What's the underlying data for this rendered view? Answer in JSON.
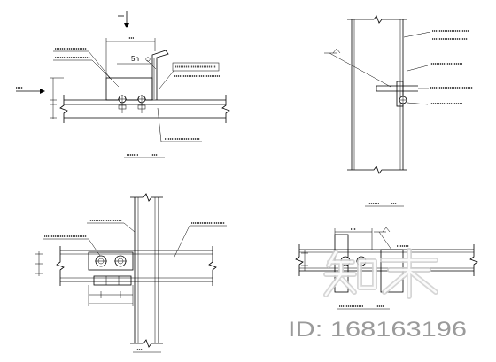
{
  "drawing": {
    "weld_label": "5h"
  },
  "watermark": {
    "text": "知末",
    "id_text": "ID: 168163196"
  },
  "colors": {
    "line": "#000000",
    "watermark": "#cfcfcf",
    "id_text": "#9a9a9a",
    "background": "#ffffff"
  }
}
